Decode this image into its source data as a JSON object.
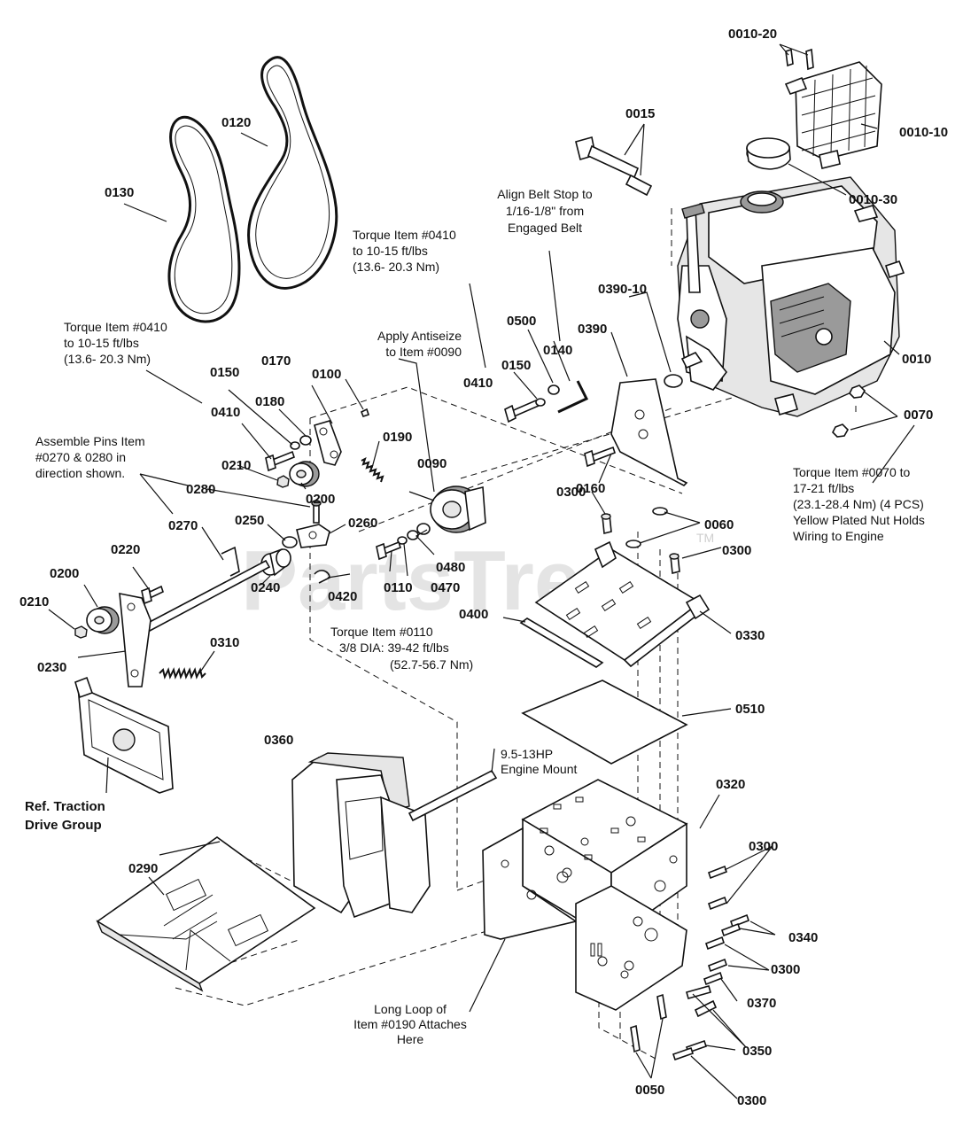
{
  "watermark": {
    "text": "PartsTree",
    "tm": "TM"
  },
  "labels": {
    "p0010_20": "0010-20",
    "p0010_10": "0010-10",
    "p0010_30": "0010-30",
    "p0010": "0010",
    "p0015": "0015",
    "p0050": "0050",
    "p0060": "0060",
    "p0070": "0070",
    "p0090": "0090",
    "p0100": "0100",
    "p0110": "0110",
    "p0120": "0120",
    "p0130": "0130",
    "p0140": "0140",
    "p0150a": "0150",
    "p0150b": "0150",
    "p0160": "0160",
    "p0170": "0170",
    "p0180": "0180",
    "p0190": "0190",
    "p0200a": "0200",
    "p0200b": "0200",
    "p0210a": "0210",
    "p0210b": "0210",
    "p0220": "0220",
    "p0230": "0230",
    "p0240": "0240",
    "p0250": "0250",
    "p0260": "0260",
    "p0270": "0270",
    "p0280": "0280",
    "p0290": "0290",
    "p0300a": "0300",
    "p0300b": "0300",
    "p0300c": "0300",
    "p0300d": "0300",
    "p0300e": "0300",
    "p0310": "0310",
    "p0320": "0320",
    "p0330": "0330",
    "p0340": "0340",
    "p0350": "0350",
    "p0360": "0360",
    "p0370": "0370",
    "p0390": "0390",
    "p0390_10": "0390-10",
    "p0400": "0400",
    "p0410a": "0410",
    "p0410b": "0410",
    "p0420": "0420",
    "p0470": "0470",
    "p0480": "0480",
    "p0500": "0500",
    "p0510": "0510"
  },
  "refs": {
    "traction_l1": "Ref. Traction",
    "traction_l2": "Drive Group"
  },
  "notes": {
    "belt_stop": [
      "Align Belt Stop to",
      "1/16-1/8\" from",
      "Engaged Belt"
    ],
    "torque_0410_a": [
      "Torque Item #0410",
      "to 10-15 ft/lbs",
      "(13.6- 20.3 Nm)"
    ],
    "torque_0410_b": [
      "Torque Item #0410",
      "to 10-15 ft/lbs",
      "(13.6- 20.3 Nm)"
    ],
    "antiseize": [
      "Apply Antiseize",
      "to Item #0090"
    ],
    "assemble_pins": [
      "Assemble Pins Item",
      "#0270 & 0280 in",
      "direction shown."
    ],
    "torque_0070": [
      "Torque Item #0070 to",
      "17-21 ft/lbs",
      "(23.1-28.4 Nm) (4 PCS)",
      "Yellow Plated Nut Holds",
      "Wiring to Engine"
    ],
    "torque_0110": [
      "Torque Item #0110",
      "3/8 DIA: 39-42 ft/lbs",
      "(52.7-56.7 Nm)"
    ],
    "engine_mount": [
      "9.5-13HP",
      "Engine Mount"
    ],
    "long_loop": [
      "Long Loop of",
      "Item #0190 Attaches",
      "Here"
    ]
  }
}
